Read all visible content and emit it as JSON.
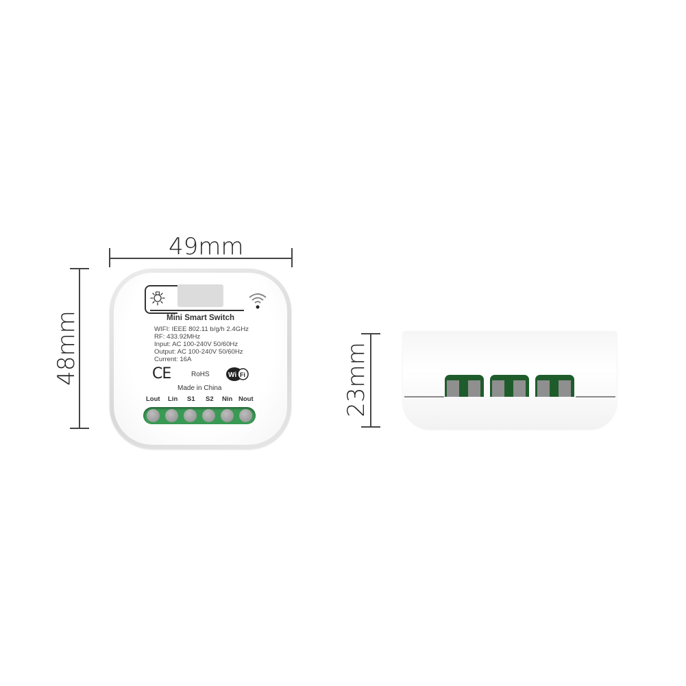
{
  "dimensions": {
    "width_label": "49mm",
    "height_label": "48mm",
    "depth_label": "23mm"
  },
  "device": {
    "title": "Mini Smart Switch",
    "specs": [
      "WIFI: IEEE 802.11 b/g/h  2.4GHz",
      "RF: 433.92MHz",
      "Input:  AC 100-240V  50/60Hz",
      "Output:  AC 100-240V  50/60Hz",
      "Current:  16A"
    ],
    "ce_mark": "CE",
    "rohs": "RoHS",
    "wifi_logo": {
      "wi": "Wi",
      "fi": "Fi"
    },
    "origin": "Made in China",
    "terminals": [
      "Lout",
      "Lin",
      "S1",
      "S2",
      "Nin",
      "Nout"
    ],
    "icons": [
      "bulb-icon",
      "wifi-signal-icon",
      "wifi-logo-icon"
    ]
  },
  "colors": {
    "background": "#ffffff",
    "terminal_green": "#3a9a55",
    "port_green": "#1f5c2c",
    "screw_gray": "#8f8f8f",
    "line_color": "#444444"
  }
}
